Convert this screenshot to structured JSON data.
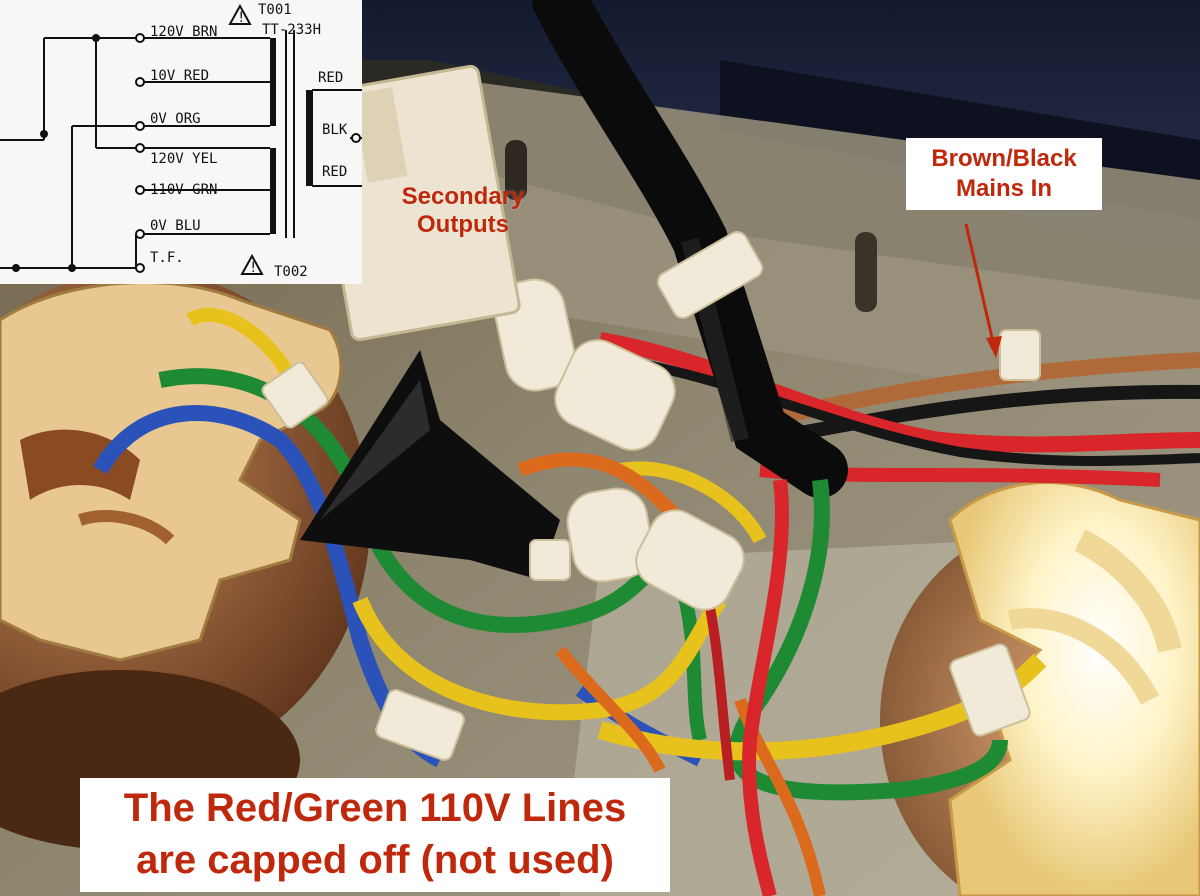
{
  "schematic": {
    "ref_top": "T001",
    "part_number": "TT-233H",
    "ref_bottom": "T002",
    "primary_taps": [
      "120V BRN",
      "10V  RED",
      "0V  ORG",
      "120V YEL",
      "110V GRN",
      "0V   BLU",
      "T.F."
    ],
    "secondary_taps": [
      "RED",
      "BLK",
      "RED"
    ]
  },
  "annotations": {
    "secondary_outputs": [
      "Secondary",
      "Outputs"
    ],
    "mains_in": [
      "Brown/Black",
      "Mains In"
    ],
    "capped_note": [
      "The Red/Green 110V Lines",
      "are capped off (not used)"
    ]
  },
  "colors": {
    "callout_red": "#c0280c",
    "wire_red": "#d8262a",
    "wire_green": "#1f8a34",
    "wire_yellow": "#e8c21c",
    "wire_blue": "#2a52b8",
    "wire_brown": "#b06a3a",
    "wire_black": "#161616",
    "wire_orange": "#dc6a1c"
  }
}
